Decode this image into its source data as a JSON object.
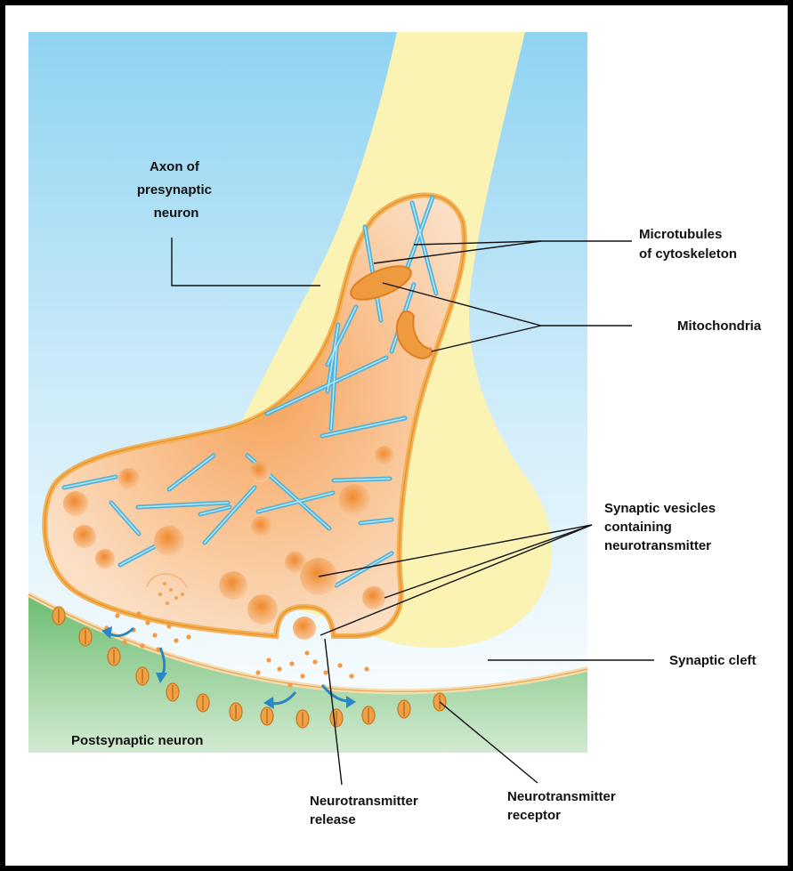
{
  "labels": {
    "axon": [
      "Axon of",
      "presynaptic",
      "neuron"
    ],
    "microtubules": [
      "Microtubules",
      "of cytoskeleton"
    ],
    "mitochondria": "Mitochondria",
    "vesicles": [
      "Synaptic vesicles",
      "containing",
      "neurotransmitter"
    ],
    "synaptic_cleft": "Synaptic cleft",
    "postsynaptic_neuron": "Postsynaptic neuron",
    "nt_release": [
      "Neurotransmitter",
      "release"
    ],
    "nt_receptor": [
      "Neurotransmitter",
      "receptor"
    ]
  },
  "colors": {
    "sky_top": "#8fd3f1",
    "sky_bottom": "#f3f9fd",
    "axon": "#fbf3b4",
    "terminal_fill": "#fbd8b4",
    "terminal_outline": "#f1a33b",
    "microtubule": "#6cc7e8",
    "mitochondria": "#ee9a3e",
    "vesicle": "#f29a4c",
    "postsynaptic_top": "#77c17a",
    "postsynaptic_bottom": "#cfe8cf",
    "receptor": "#f0a045",
    "arrow": "#2b86c5"
  }
}
